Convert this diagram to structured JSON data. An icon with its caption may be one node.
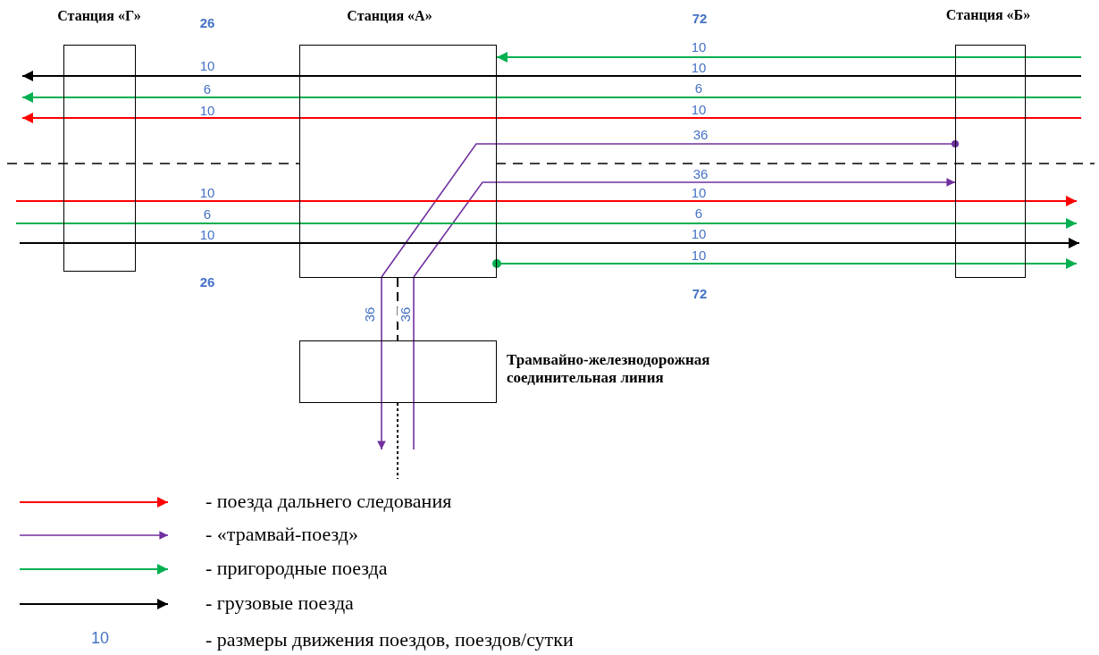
{
  "diagram": {
    "nodes": [
      {
        "text": [
          "Станция «Г»"
        ]
      },
      {
        "text": [
          "Станция «А»"
        ]
      },
      {
        "text": [
          "Станция «Б»"
        ]
      },
      {
        "text": [
          "Трамвайно-железнодорожная соединительная линия"
        ]
      }
    ],
    "edges": [
      {
        "from": null,
        "to": 1,
        "arrow": "to",
        "label": "10",
        "color": "#00b050"
      },
      {
        "from": null,
        "to": 1,
        "arrow": "none",
        "label": "10",
        "color": "#000000"
      },
      {
        "from": 1,
        "to": null,
        "arrow": "to",
        "label": "10",
        "color": "#000000"
      },
      {
        "from": null,
        "to": 1,
        "arrow": "none",
        "label": "6",
        "color": "#00b050"
      },
      {
        "from": 1,
        "to": null,
        "arrow": "to",
        "label": "6",
        "color": "#00b050"
      },
      {
        "from": null,
        "to": 1,
        "arrow": "none",
        "label": "10",
        "color": "#ff0000"
      },
      {
        "from": 1,
        "to": null,
        "arrow": "to",
        "label": "10",
        "color": "#ff0000"
      },
      {
        "from": 2,
        "to": 1,
        "arrow": "other",
        "label": "36",
        "color": "#7030a0"
      },
      {
        "from": 1,
        "to": null,
        "arrow": "to",
        "label": "36",
        "color": "#7030a0"
      },
      {
        "from": null,
        "to": 1,
        "arrow": "none",
        "label": "36",
        "color": "#7030a0"
      },
      {
        "from": 1,
        "to": 2,
        "arrow": "to",
        "label": "36",
        "color": "#7030a0"
      },
      {
        "from": null,
        "to": 1,
        "arrow": "none",
        "label": "10",
        "color": "#ff0000"
      },
      {
        "from": 1,
        "to": null,
        "arrow": "to",
        "label": "10",
        "color": "#ff0000"
      },
      {
        "from": null,
        "to": 1,
        "arrow": "none",
        "label": "6",
        "color": "#00b050"
      },
      {
        "from": 1,
        "to": null,
        "arrow": "to",
        "label": "6",
        "color": "#00b050"
      },
      {
        "from": null,
        "to": 1,
        "arrow": "none",
        "label": "10",
        "color": "#000000"
      },
      {
        "from": 1,
        "to": null,
        "arrow": "to",
        "label": "10",
        "color": "#000000"
      },
      {
        "from": 1,
        "to": null,
        "arrow": "to",
        "label": "10",
        "color": "#00b050"
      },
      {
        "from": 1,
        "to": 3,
        "arrow": "none",
        "style": "dashed",
        "color": "#000000"
      },
      {
        "from": 3,
        "to": null,
        "arrow": "none",
        "style": "dashed",
        "color": "#000000"
      }
    ],
    "labels": [
      "26",
      "72",
      "26",
      "72",
      "10"
    ],
    "legend": [
      {
        "text": "- поезда дальнего следования"
      },
      {
        "text": "- «трамвай-поезд»"
      },
      {
        "text": "- пригородные поезда"
      },
      {
        "text": "- грузовые поезда"
      },
      {
        "text": "- размеры движения поездов, поездов/сутки"
      }
    ]
  }
}
